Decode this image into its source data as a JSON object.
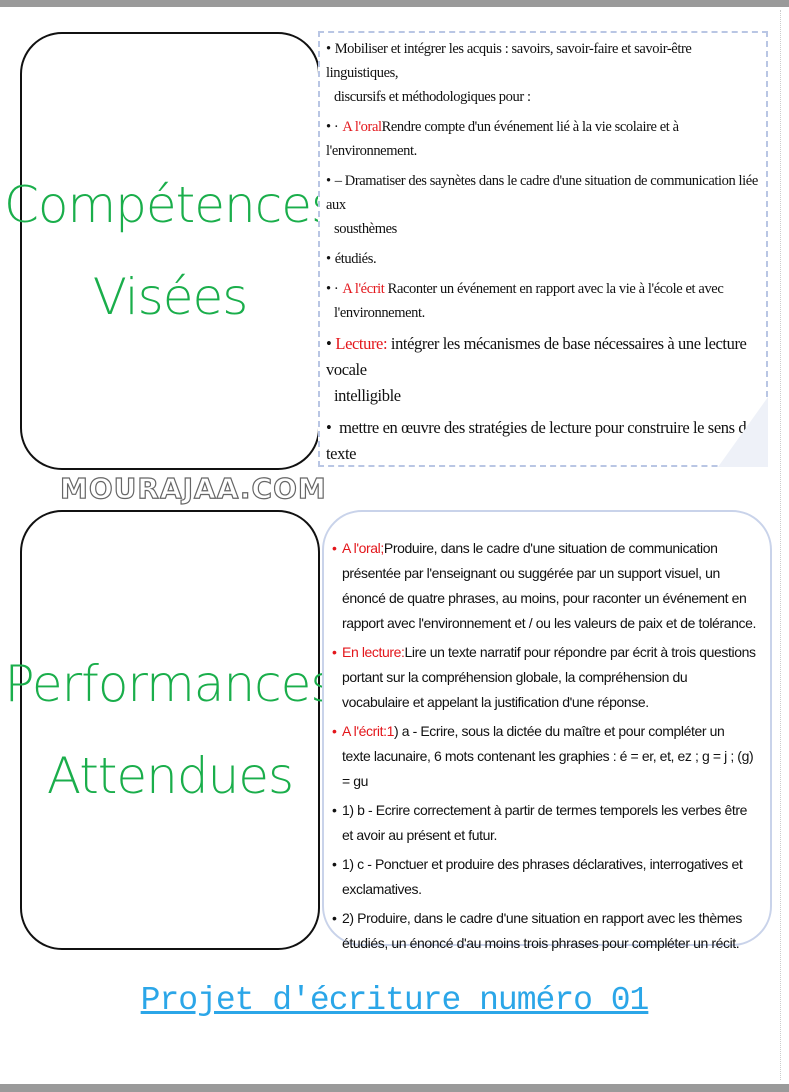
{
  "competences": {
    "heading_line1": "Compétences",
    "heading_line2": "Visées",
    "lines": [
      {
        "bullet": "•",
        "label": "",
        "text": "Mobiliser et intégrer les acquis : savoirs, savoir-faire et savoir-être linguistiques,"
      },
      {
        "bullet": "",
        "label": "",
        "text": "discursifs et méthodologiques pour :"
      },
      {
        "bullet": "• ·",
        "label": "A l'oral",
        "text": "Rendre compte d'un événement lié à la vie scolaire et à l'environnement."
      },
      {
        "bullet": "•",
        "label": "",
        "text": "– Dramatiser des saynètes dans le cadre d'une situation de communication liée aux"
      },
      {
        "bullet": "",
        "label": "",
        "text": "sousthèmes"
      },
      {
        "bullet": "•",
        "label": "",
        "text": "étudiés."
      },
      {
        "bullet": "• ·",
        "label": "A l'écrit",
        "text": "  Raconter un événement en rapport avec la vie à l'école et avec"
      },
      {
        "bullet": "",
        "label": "",
        "text": "l'environnement."
      },
      {
        "bullet": "•",
        "label": "Lecture:",
        "text": " intégrer les mécanismes de base nécessaires à une lecture vocale"
      },
      {
        "bullet": "",
        "label": "",
        "text": "intelligible"
      },
      {
        "bullet": "•",
        "label": "",
        "text": "  mettre en œuvre des stratégies de lecture pour construire le sens de texte"
      }
    ]
  },
  "performances": {
    "heading_line1": "Performances",
    "heading_line2": "Attendues",
    "items": [
      {
        "label": "A l'oral;",
        "text": "Produire, dans le cadre d'une situation de communication présentée par l'enseignant ou suggérée par un support visuel, un énoncé de quatre phrases, au moins, pour raconter un événement en rapport avec l'environnement et / ou les valeurs de paix et de tolérance."
      },
      {
        "label": "En lecture:",
        "text": "Lire un texte narratif pour répondre par écrit à trois questions portant sur la compréhension globale, la compréhension du vocabulaire et appelant la justification d'une réponse."
      },
      {
        "label": "A l'écrit:1",
        "text": ") a - Ecrire, sous la dictée du maître et pour compléter un texte lacunaire, 6 mots contenant les graphies : é = er, et, ez ; g = j ; (g) = gu"
      },
      {
        "label": "",
        "text": "1) b - Ecrire correctement à partir de termes temporels les verbes être et avoir au présent et futur."
      },
      {
        "label": "",
        "text": "1) c - Ponctuer et produire des phrases déclaratives, interrogatives et exclamatives."
      },
      {
        "label": "",
        "text": "2) Produire, dans le cadre d'une situation en rapport avec les thèmes étudiés, un énoncé d'au moins trois phrases pour compléter un récit."
      }
    ]
  },
  "title": "Projet d'écriture numéro 01",
  "watermark": "MOURAJAA.COM",
  "colors": {
    "heading": "#1aae4b",
    "label": "#e3161b",
    "title": "#2ba6e8"
  }
}
